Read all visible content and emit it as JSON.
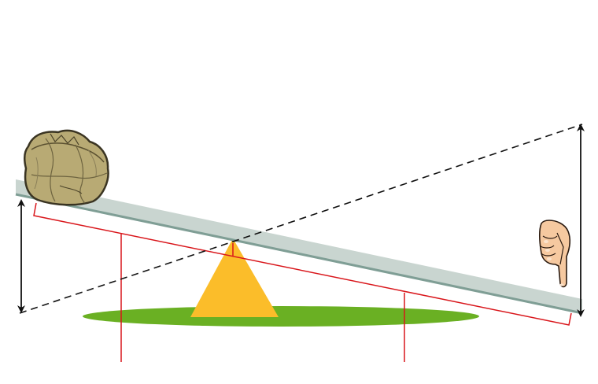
{
  "diagram": {
    "kind": "lever",
    "objects": {
      "load": "rock",
      "effort": "pointing-hand",
      "fulcrum": "triangle",
      "ground": "grass-ellipse"
    },
    "colors": {
      "plank": "#c9d5d0",
      "plank_edge": "#7f9e95",
      "fulcrum": "#fbbd2a",
      "ground": "#6ab023",
      "measure_lines": "#d9161b",
      "arrows": "#111111",
      "rock": "#b8aa74",
      "rock_outline": "#3a3422",
      "hand": "#f6c9a0"
    }
  }
}
